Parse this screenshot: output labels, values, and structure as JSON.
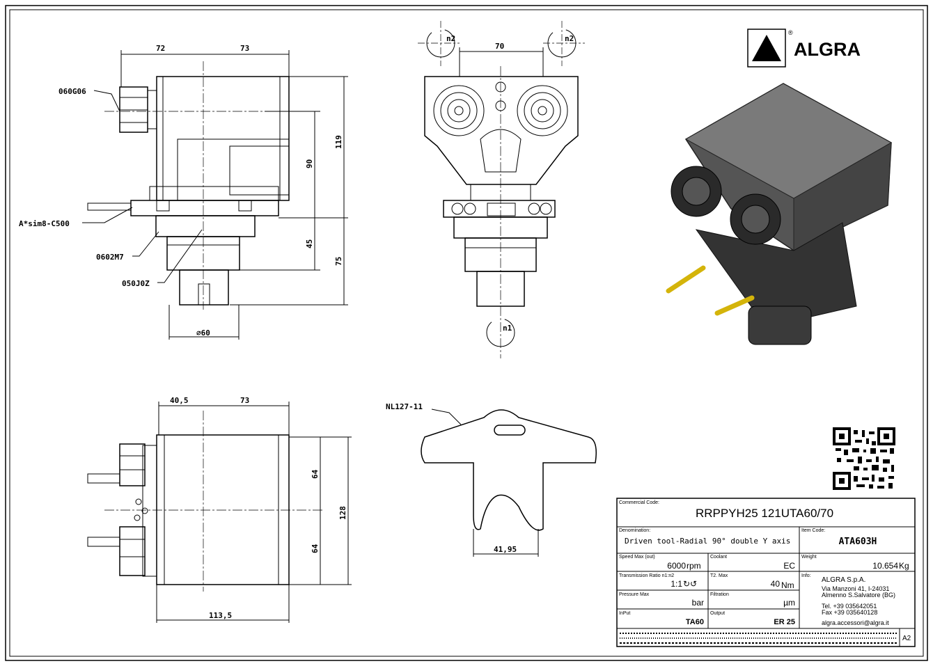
{
  "logo": {
    "brand": "ALGRA",
    "registered": "®"
  },
  "views": {
    "side": {
      "dim_top_left": "72",
      "dim_top_right": "73",
      "dim_119": "119",
      "dim_90": "90",
      "dim_45": "45",
      "dim_75": "75",
      "dim_dia": "∅60",
      "callout_collet": "060G06",
      "callout_coolant": "A*sim8-C500",
      "callout_seal": "0602M7",
      "callout_ring": "050J0Z"
    },
    "front": {
      "dim_70": "70",
      "rot_left": "n2",
      "rot_right": "n2",
      "rot_bottom": "n1"
    },
    "bottom": {
      "dim_405": "40,5",
      "dim_73": "73",
      "dim_64a": "64",
      "dim_64b": "64",
      "dim_128": "128",
      "dim_1135": "113,5"
    },
    "key": {
      "callout": "NL127-11",
      "dim_4195": "41,95"
    }
  },
  "title_block": {
    "commercial_code_label": "Commercial Code:",
    "commercial_code": "RRPPYH25 121UTA60/70",
    "denomination_label": "Denomination:",
    "denomination": "Driven tool-Radial 90° double Y axis",
    "item_code_label": "Item Code:",
    "item_code": "ATA603H",
    "speed_label": "Speed Max (out)",
    "speed_value": "6000",
    "speed_unit": "rpm",
    "coolant_label": "Coolant",
    "coolant_value": "EC",
    "weight_label": "Weight",
    "weight_value": "10.654",
    "weight_unit": "Kg",
    "ratio_label": "Transmission Ratio n1:n2",
    "ratio_value": "1:1",
    "ratio_symbol": "↻↺",
    "torque_label": "T2. Max",
    "torque_value": "40",
    "torque_unit": "Nm",
    "info_label": "Info:",
    "company": "ALGRA S.p.A.",
    "address1": "Via Manzoni 41, I-24031",
    "address2": "Almenno S.Salvatore (BG)",
    "tel": "Tel. +39 035642051",
    "fax": "Fax +39 035640128",
    "email": "algra.accessori@algra.it",
    "pressure_label": "Pressure Max",
    "pressure_unit": "bar",
    "filtration_label": "Filtration",
    "filtration_unit": "µm",
    "input_label": "InPut",
    "input_value": "TA60",
    "output_label": "Output",
    "output_value": "ER 25",
    "sheet_size": "A2"
  }
}
